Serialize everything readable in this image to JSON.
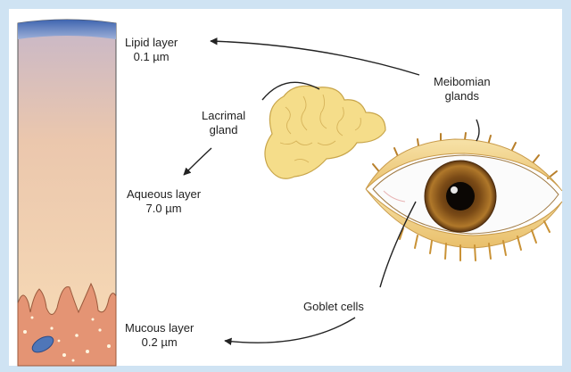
{
  "labels": {
    "lipid": {
      "name": "Lipid layer",
      "size": "0.1 µm"
    },
    "lacrimal": {
      "line1": "Lacrimal",
      "line2": "gland"
    },
    "aqueous": {
      "name": "Aqueous layer",
      "size": "7.0 µm"
    },
    "meibomian": {
      "line1": "Meibomian",
      "line2": "glands"
    },
    "goblet": {
      "name": "Goblet cells"
    },
    "mucous": {
      "name": "Mucous layer",
      "size": "0.2 µm"
    }
  },
  "colors": {
    "background": "#cfe3f3",
    "lipid_band": "#5b7fbf",
    "aqueous_top": "#c9b9c8",
    "aqueous_bottom": "#f6d8b0",
    "mucous": "#e6987a",
    "gland": "#f4dc86",
    "iris": "#8b5a1c",
    "eyelid": "#f3d28e"
  }
}
